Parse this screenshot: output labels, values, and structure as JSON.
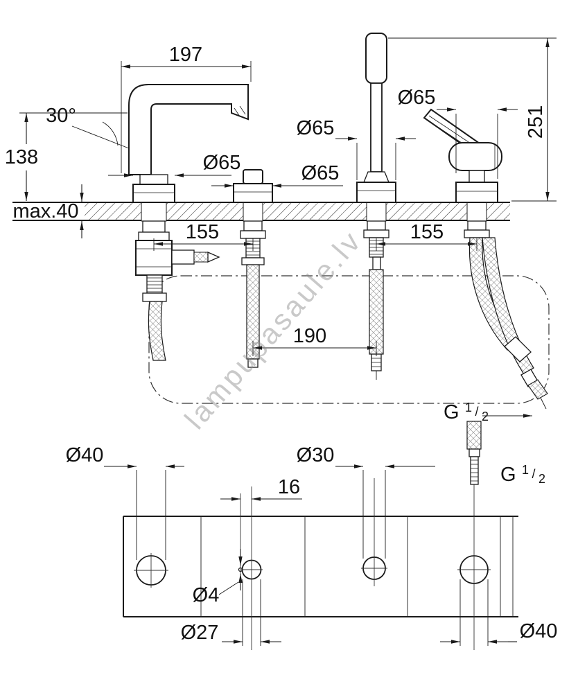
{
  "watermark": {
    "text": "lampupasaule.lv"
  },
  "elevation": {
    "spout_reach": "197",
    "spout_angle": "30°",
    "outlet_height": "138",
    "deck_thickness": "max.40",
    "spout_escutcheon": "Ø65",
    "valve_escutcheon": "Ø65",
    "shower_escutcheon": "Ø65",
    "mixer_escutcheon": "Ø65",
    "shower_height": "251",
    "hole_spacing_left": "155",
    "hole_spacing_right": "155",
    "hole_spacing_center": "190",
    "hose_thread": {
      "prefix": "G",
      "num": "1",
      "slash": "/",
      "den": "2"
    },
    "adapter_thread": {
      "prefix": "G",
      "num": "1",
      "slash": "/",
      "den": "2"
    }
  },
  "plan": {
    "hole1": "Ø40",
    "hole3": "Ø30",
    "pilot_offset": "16",
    "pilot": "Ø4",
    "hole2": "Ø27",
    "hole4": "Ø40"
  }
}
